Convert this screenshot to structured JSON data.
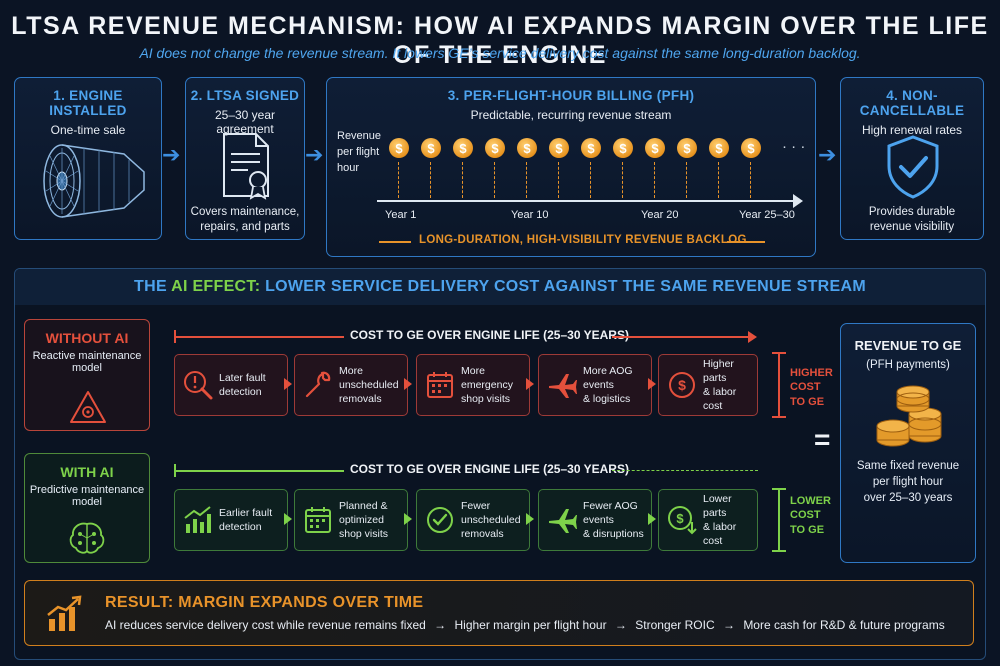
{
  "header": {
    "title": "LTSA REVENUE MECHANISM: HOW AI EXPANDS MARGIN OVER THE LIFE OF THE ENGINE",
    "subtitle": "AI does not change the revenue stream. It lowers GE’s service delivery cost against the same long-duration backlog."
  },
  "top_flow": {
    "step1": {
      "title": "1. ENGINE INSTALLED",
      "sub": "One-time sale"
    },
    "step2": {
      "title": "2. LTSA SIGNED",
      "sub": "25–30 year agreement",
      "note_line1": "Covers maintenance,",
      "note_line2": "repairs, and parts"
    },
    "step3": {
      "title": "3. PER-FLIGHT-HOUR BILLING (PFH)",
      "sub": "Predictable, recurring revenue stream",
      "axis_label_line1": "Revenue",
      "axis_label_line2": "per flight",
      "axis_label_line3": "hour",
      "coin_symbol": "$",
      "ellipsis": "· · ·",
      "ticks": [
        "Year 1",
        "Year 10",
        "Year 20",
        "Year 25–30"
      ],
      "backlog": "LONG-DURATION, HIGH-VISIBILITY REVENUE BACKLOG"
    },
    "step4": {
      "title": "4. NON-CANCELLABLE",
      "sub": "High renewal rates",
      "note_line1": "Provides durable",
      "note_line2": "revenue visibility"
    }
  },
  "ai_effect": {
    "title_prefix": "THE ",
    "title_ai": "AI EFFECT:",
    "title_rest": " LOWER SERVICE DELIVERY COST AGAINST THE SAME REVENUE STREAM",
    "without": {
      "label": "WITHOUT AI",
      "sub_line1": "Reactive maintenance",
      "sub_line2": "model",
      "cost_line": "COST TO GE OVER ENGINE LIFE (25–30 YEARS)",
      "steps": [
        {
          "line1": "Later fault",
          "line2": "detection"
        },
        {
          "line1": "More unscheduled",
          "line2": "removals"
        },
        {
          "line1": "More emergency",
          "line2": "shop visits"
        },
        {
          "line1": "More AOG events",
          "line2": "& logistics"
        },
        {
          "line1": "Higher parts",
          "line2": "& labor cost"
        }
      ],
      "outcome_line1": "HIGHER",
      "outcome_line2": "COST",
      "outcome_line3": "TO GE"
    },
    "with": {
      "label": "WITH AI",
      "sub_line1": "Predictive maintenance",
      "sub_line2": "model",
      "cost_line": "COST TO GE OVER ENGINE LIFE (25–30 YEARS)",
      "steps": [
        {
          "line1": "Earlier fault",
          "line2": "detection"
        },
        {
          "line1": "Planned & optimized",
          "line2": "shop visits"
        },
        {
          "line1": "Fewer unscheduled",
          "line2": "removals"
        },
        {
          "line1": "Fewer AOG events",
          "line2": "& disruptions"
        },
        {
          "line1": "Lower parts",
          "line2": "& labor cost"
        }
      ],
      "outcome_line1": "LOWER",
      "outcome_line2": "COST",
      "outcome_line3": "TO GE"
    },
    "equals": "=",
    "revenue": {
      "title": "REVENUE TO GE",
      "sub": "(PFH payments)",
      "note_line1": "Same fixed revenue",
      "note_line2": "per flight hour",
      "note_line3": "over 25–30 years"
    }
  },
  "result": {
    "title": "RESULT: MARGIN EXPANDS OVER TIME",
    "parts": [
      "AI reduces service delivery cost while revenue remains fixed",
      "Higher margin per flight hour",
      "Stronger ROIC",
      "More cash for R&D & future programs"
    ],
    "arrow": "→"
  },
  "colors": {
    "blue": "#4da3ee",
    "red": "#e4503c",
    "green": "#7ed24a",
    "orange": "#e8932a"
  },
  "icons": [
    "jet-engine-icon",
    "contract-document-icon",
    "dollar-coin-icon",
    "shield-check-icon",
    "alert-search-icon",
    "wrench-icon",
    "calendar-icon",
    "airplane-icon",
    "dollar-up-icon",
    "shield-gear-icon",
    "trend-up-icon",
    "check-circle-icon",
    "dollar-down-icon",
    "brain-icon",
    "coin-stack-icon",
    "growth-chart-icon"
  ]
}
